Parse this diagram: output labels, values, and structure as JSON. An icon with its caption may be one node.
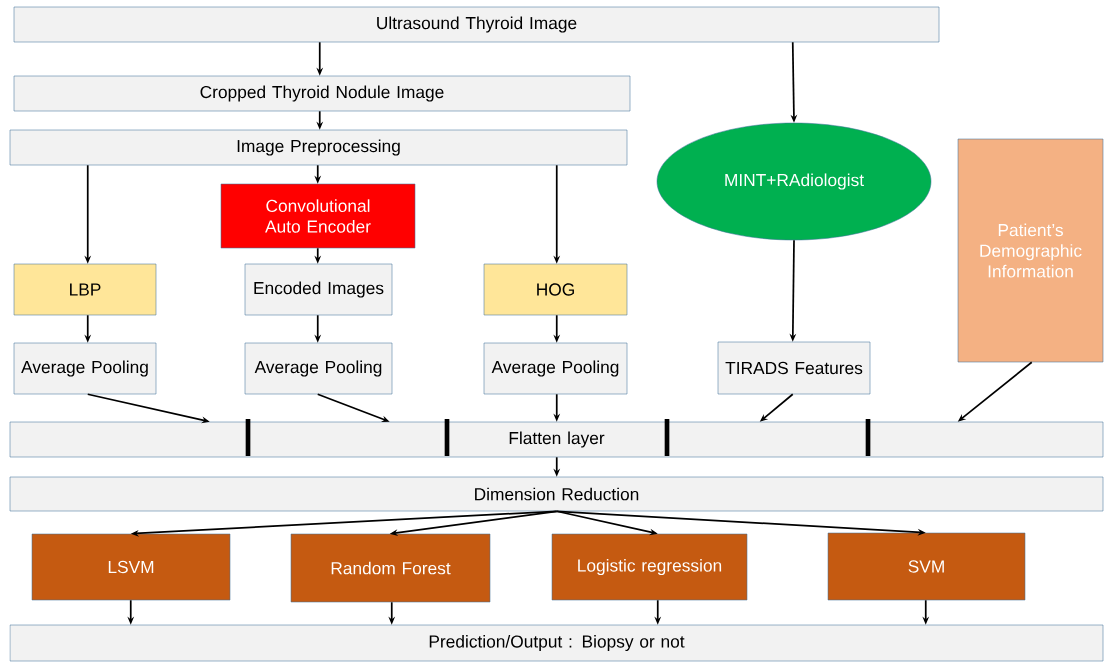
{
  "diagram": {
    "nodes": [
      {
        "text": [
          "Ultrasound Thyroid Image"
        ]
      },
      {
        "text": [
          "Cropped Thyroid Nodule Image"
        ]
      },
      {
        "text": [
          "Image Preprocessing"
        ]
      },
      {
        "text": [
          "Convolutional Auto Encoder"
        ]
      },
      {
        "text": [
          "MINT+RAdiologist"
        ]
      },
      {
        "text": [
          "Patient’s Demographic Information"
        ]
      },
      {
        "text": [
          "LBP"
        ]
      },
      {
        "text": [
          "Encoded Images"
        ]
      },
      {
        "text": [
          "HOG"
        ]
      },
      {
        "text": [
          "Average Pooling"
        ]
      },
      {
        "text": [
          "Average Pooling"
        ]
      },
      {
        "text": [
          "Average Pooling"
        ]
      },
      {
        "text": [
          "TIRADS Features"
        ]
      },
      {
        "text": [
          "Flatten layer"
        ]
      },
      {
        "text": [
          "Dimension Reduction"
        ]
      },
      {
        "text": [
          "LSVM"
        ]
      },
      {
        "text": [
          "Random Forest"
        ]
      },
      {
        "text": [
          "Logistic regression"
        ]
      },
      {
        "text": [
          "SVM"
        ]
      },
      {
        "text": [
          "Prediction/Output : Biopsy or not"
        ]
      }
    ],
    "edges": [
      {
        "from": 0,
        "to": 1,
        "arrow": "to"
      },
      {
        "from": 0,
        "to": 4,
        "arrow": "to"
      },
      {
        "from": 1,
        "to": 2,
        "arrow": "to"
      },
      {
        "from": 2,
        "to": 3,
        "arrow": "to"
      },
      {
        "from": 2,
        "to": 6,
        "arrow": "to"
      },
      {
        "from": 2,
        "to": 8,
        "arrow": "to"
      },
      {
        "from": 3,
        "to": 7,
        "arrow": "to"
      },
      {
        "from": 4,
        "to": 12,
        "arrow": "to"
      },
      {
        "from": 6,
        "to": 9,
        "arrow": "to"
      },
      {
        "from": 7,
        "to": 10,
        "arrow": "to"
      },
      {
        "from": 8,
        "to": 11,
        "arrow": "to"
      },
      {
        "from": 9,
        "to": 13,
        "arrow": "to"
      },
      {
        "from": 10,
        "to": 13,
        "arrow": "to"
      },
      {
        "from": 11,
        "to": 13,
        "arrow": "to"
      },
      {
        "from": 12,
        "to": 13,
        "arrow": "to"
      },
      {
        "from": 5,
        "to": 13,
        "arrow": "to"
      },
      {
        "from": 13,
        "to": 14,
        "arrow": "to"
      },
      {
        "from": 14,
        "to": 15,
        "arrow": "to"
      },
      {
        "from": 14,
        "to": 16,
        "arrow": "to"
      },
      {
        "from": 14,
        "to": 17,
        "arrow": "to"
      },
      {
        "from": 14,
        "to": 18,
        "arrow": "to"
      },
      {
        "from": 15,
        "to": 19,
        "arrow": "to"
      },
      {
        "from": 16,
        "to": 19,
        "arrow": "to"
      },
      {
        "from": 17,
        "to": 19,
        "arrow": "to"
      },
      {
        "from": 18,
        "to": 19,
        "arrow": "to"
      }
    ]
  }
}
